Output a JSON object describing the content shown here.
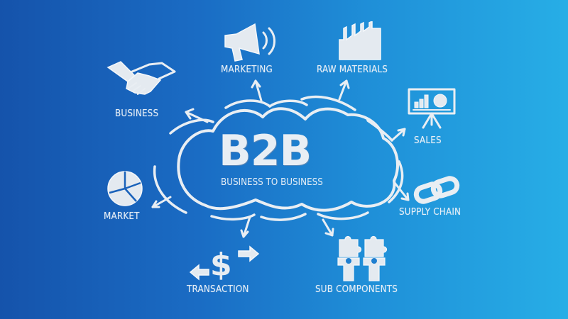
{
  "diagram": {
    "title": "B2B",
    "subtitle": "BUSINESS TO BUSINESS",
    "background": {
      "from": "#1553ab",
      "to": "#27aee6"
    },
    "chalk_color": "#e9eef3",
    "nodes": [
      {
        "id": "business",
        "label": "BUSINESS",
        "icon": "handshake-icon"
      },
      {
        "id": "marketing",
        "label": "MARKETING",
        "icon": "megaphone-icon"
      },
      {
        "id": "raw_materials",
        "label": "RAW MATERIALS",
        "icon": "factory-icon"
      },
      {
        "id": "sales",
        "label": "SALES",
        "icon": "presentation-board-icon"
      },
      {
        "id": "supply_chain",
        "label": "SUPPLY CHAIN",
        "icon": "chain-link-icon"
      },
      {
        "id": "sub_components",
        "label": "SUB COMPONENTS",
        "icon": "puzzle-people-icon"
      },
      {
        "id": "transaction",
        "label": "TRANSACTION",
        "icon": "dollar-exchange-icon"
      },
      {
        "id": "market",
        "label": "MARKET",
        "icon": "pie-chart-icon"
      }
    ]
  }
}
